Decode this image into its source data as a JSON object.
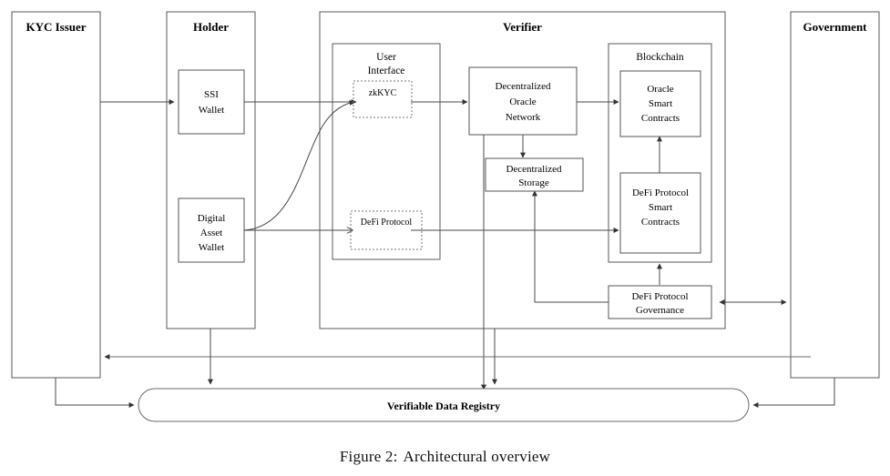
{
  "figure": {
    "caption_label": "Figure 2:",
    "caption_text": "Architectural overview"
  },
  "colors": {
    "stroke": "#4a4a4a",
    "box_stroke": "#555555",
    "dashed_stroke": "#777777",
    "background": "#ffffff",
    "text": "#000000"
  },
  "containers": [
    {
      "id": "kyc-issuer",
      "title": "KYC Issuer"
    },
    {
      "id": "holder",
      "title": "Holder"
    },
    {
      "id": "verifier",
      "title": "Verifier"
    },
    {
      "id": "government",
      "title": "Government"
    }
  ],
  "groups": [
    {
      "id": "user-interface",
      "title_line1": "User",
      "title_line2": "Interface"
    },
    {
      "id": "blockchain",
      "title": "Blockchain"
    }
  ],
  "nodes": {
    "ssi_wallet": {
      "line1": "SSI",
      "line2": "Wallet"
    },
    "digital_asset_wallet": {
      "line1": "Digital",
      "line2": "Asset",
      "line3": "Wallet"
    },
    "zkkyc": {
      "label": "zkKYC"
    },
    "defi_protocol_ui": {
      "label": "DeFi Protocol"
    },
    "oracle_network": {
      "line1": "Decentralized",
      "line2": "Oracle",
      "line3": "Network"
    },
    "decentralized_storage": {
      "line1": "Decentralized",
      "line2": "Storage"
    },
    "oracle_smart_contracts": {
      "line1": "Oracle",
      "line2": "Smart",
      "line3": "Contracts"
    },
    "defi_smart_contracts": {
      "line1": "DeFi Protocol",
      "line2": "Smart",
      "line3": "Contracts"
    },
    "defi_governance": {
      "line1": "DeFi Protocol",
      "line2": "Governance"
    },
    "verifiable_data_registry": {
      "label": "Verifiable Data Registry"
    }
  }
}
